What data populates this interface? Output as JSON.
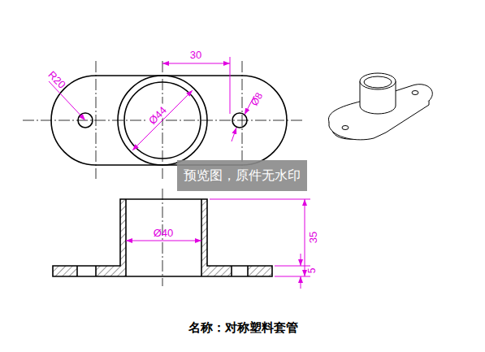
{
  "diagram": {
    "caption": "名称：对称塑料套管",
    "labels": [
      "R20",
      "30",
      "Ø44",
      "Ø8",
      "Ø40",
      "35",
      "5",
      "预览图，原件无水印"
    ]
  }
}
